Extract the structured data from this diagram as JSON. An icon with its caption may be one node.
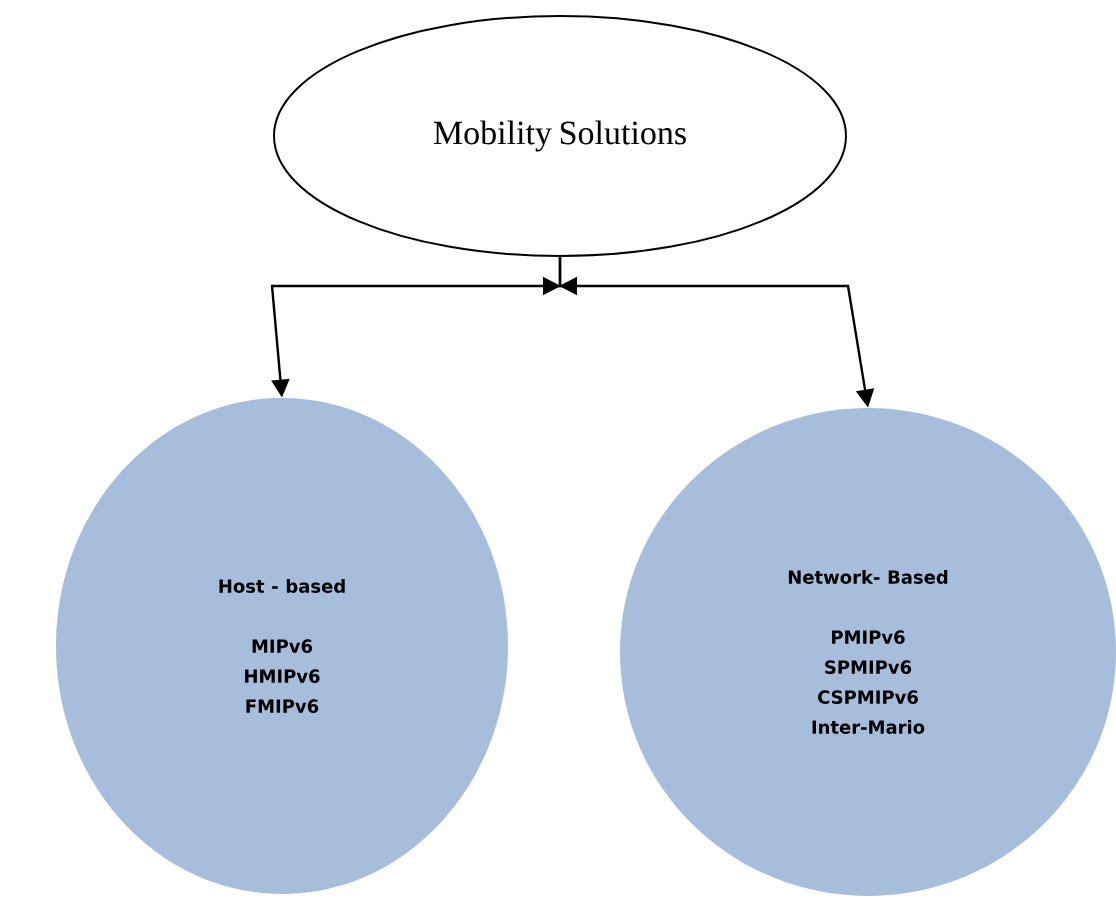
{
  "diagram": {
    "nodes": [
      {
        "text": [
          "Mobility Solutions"
        ]
      },
      {
        "text": [
          "Host - based",
          "MIPv6",
          "HMIPv6",
          "FMIPv6"
        ]
      },
      {
        "text": [
          "Network- Based",
          "PMIPv6",
          "SPMIPv6",
          "CSPMIPv6",
          "Inter-Mario"
        ]
      }
    ],
    "edges": [
      {
        "from": 0,
        "to": 1,
        "arrow": "to"
      },
      {
        "from": 0,
        "to": 2,
        "arrow": "to"
      }
    ]
  }
}
